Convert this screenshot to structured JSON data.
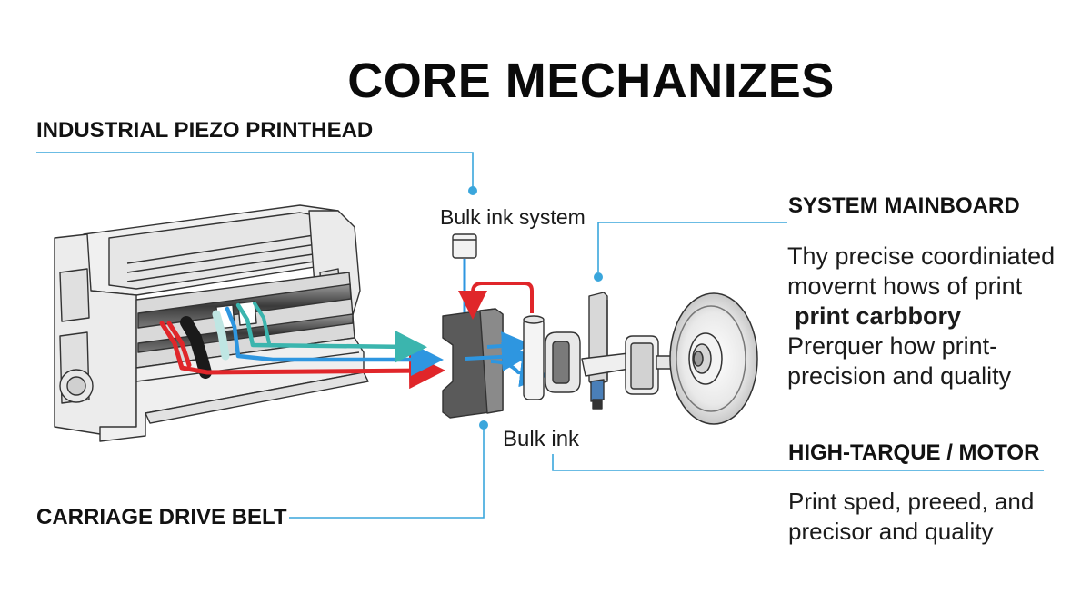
{
  "title": "CORE MECHANIZES",
  "callouts": {
    "printhead": "INDUSTRIAL PIEZO PRINTHEAD",
    "belt": "CARRIAGE DRIVE BELT",
    "mainboard": "SYSTEM MAINBOARD",
    "motor": "HIGH-TARQUE / MOTOR",
    "bulk_ink_system": "Bulk ink system",
    "bulk_ink": "Bulk ink"
  },
  "mainboard_text": {
    "line1": "Thy precise coordiniated",
    "line2": "movernt hows of print",
    "line3": "print carbbory",
    "line4": "Prerquer how print-",
    "line5": "precision and quality"
  },
  "motor_text": {
    "line1": "Print sped, preeed, and",
    "line2": "precisor and quality"
  },
  "colors": {
    "leader_line": "#3aa6dc",
    "ink_red": "#e0262a",
    "ink_blue": "#2e96e0",
    "ink_teal": "#3bb5ae",
    "ink_black": "#1a1a1a"
  }
}
